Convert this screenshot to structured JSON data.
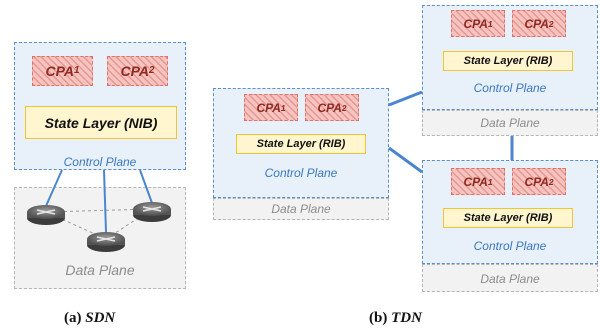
{
  "sdn": {
    "cpa": [
      {
        "base": "CPA",
        "sub": "1"
      },
      {
        "base": "CPA",
        "sub": "2"
      }
    ],
    "state_layer": "State Layer (NIB)",
    "control_plane": "Control Plane",
    "data_plane": "Data Plane",
    "caption_prefix": "(a) ",
    "caption_name": "SDN"
  },
  "tdn": {
    "nodes": [
      {
        "cpa": [
          {
            "base": "CPA",
            "sub": "1"
          },
          {
            "base": "CPA",
            "sub": "2"
          }
        ],
        "state_layer": "State Layer (RIB)",
        "control_plane": "Control Plane",
        "data_plane": "Data Plane"
      },
      {
        "cpa": [
          {
            "base": "CPA",
            "sub": "1"
          },
          {
            "base": "CPA",
            "sub": "2"
          }
        ],
        "state_layer": "State Layer (RIB)",
        "control_plane": "Control Plane",
        "data_plane": "Data Plane"
      },
      {
        "cpa": [
          {
            "base": "CPA",
            "sub": "1"
          },
          {
            "base": "CPA",
            "sub": "2"
          }
        ],
        "state_layer": "State Layer (RIB)",
        "control_plane": "Control Plane",
        "data_plane": "Data Plane"
      }
    ],
    "caption_prefix": "(b) ",
    "caption_name": "TDN"
  },
  "colors": {
    "control_plane_fill": "#e8f0f9",
    "control_plane_border": "#5b8fc9",
    "data_plane_fill": "#f2f2f2",
    "cpa_fill": "#f4c4c0",
    "state_layer_fill": "#fff5cf",
    "link": "#4a86cf"
  },
  "icons": [
    "router-icon",
    "router-icon",
    "router-icon"
  ]
}
